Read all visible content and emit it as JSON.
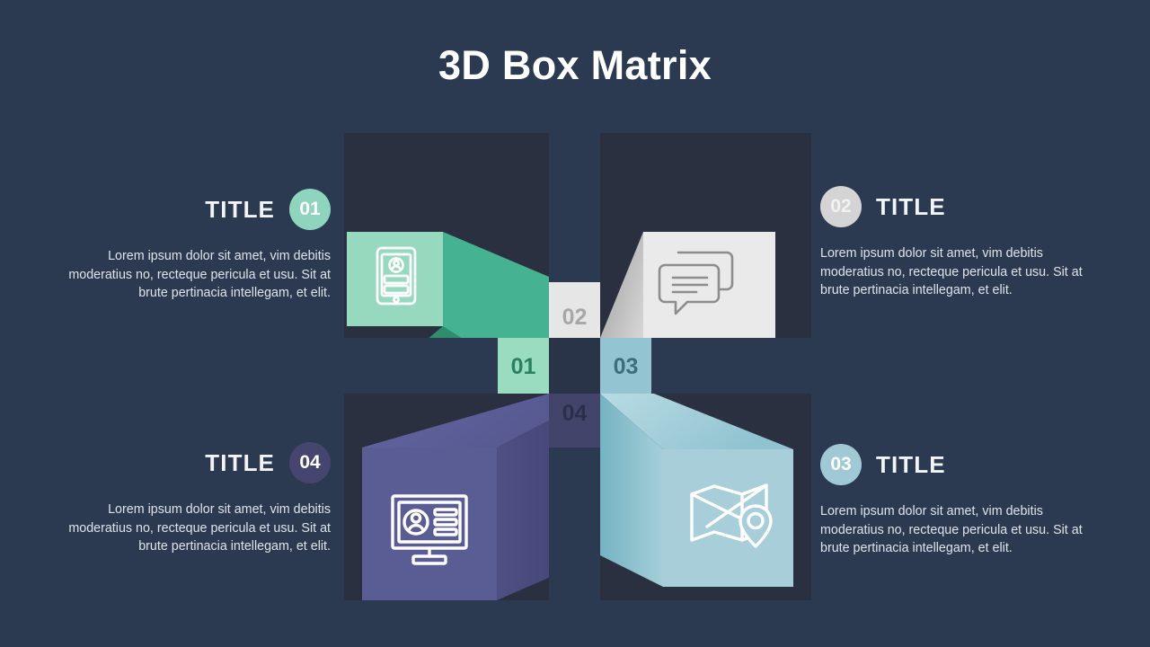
{
  "page": {
    "title": "3D Box Matrix",
    "background_color": "#2b3a50",
    "panel_color": "#2b3040",
    "center_cell_color": "#2a3448"
  },
  "items": [
    {
      "id": "01",
      "number": "01",
      "title": "TITLE",
      "body": "Lorem ipsum dolor sit amet, vim debitis moderatius no, recteque pericula et usu. Sit at brute pertinacia intellegam, et elit.",
      "badge_color": "#8fd5bd",
      "badge_text_color": "#ffffff",
      "cell_color": "#9adcc0",
      "cell_number_color": "#2a8060",
      "box_front": "#96d9bf",
      "box_side": "#45b391",
      "box_bottom": "#2f8c6d",
      "icon": "tablet-login-icon",
      "icon_color": "#ffffff",
      "side": "left",
      "quadrant": "top-left"
    },
    {
      "id": "02",
      "number": "02",
      "title": "TITLE",
      "body": "Lorem ipsum dolor sit amet, vim debitis moderatius no, recteque pericula et usu. Sit at brute pertinacia intellegam, et elit.",
      "badge_color": "#d4d4d4",
      "badge_text_color": "#f2f2f2",
      "cell_color": "#e6e6e6",
      "cell_number_color": "#a7a7a7",
      "box_front": "#eaeaea",
      "box_side": "#b8b8b8",
      "box_bottom": "#dcdcdc",
      "icon": "chat-bubbles-icon",
      "icon_color": "#888888",
      "side": "right",
      "quadrant": "top-right"
    },
    {
      "id": "03",
      "number": "03",
      "title": "TITLE",
      "body": "Lorem ipsum dolor sit amet, vim debitis moderatius no, recteque pericula et usu. Sit at brute pertinacia intellegam, et elit.",
      "badge_color": "#9fc9d4",
      "badge_text_color": "#ffffff",
      "cell_color": "#93c4d1",
      "cell_number_color": "#3d6e7c",
      "box_front": "#a8cfd9",
      "box_side": "#7fb9c6",
      "box_bottom": "#bcdce3",
      "icon": "map-pin-icon",
      "icon_color": "#ffffff",
      "side": "right",
      "quadrant": "bottom-right"
    },
    {
      "id": "04",
      "number": "04",
      "title": "TITLE",
      "body": "Lorem ipsum dolor sit amet, vim debitis moderatius no, recteque pericula et usu. Sit at brute pertinacia intellegam, et elit.",
      "badge_color": "#454570",
      "badge_text_color": "#ffffff",
      "cell_color": "#434469",
      "cell_number_color": "#2c2f4a",
      "box_front": "#5a5c94",
      "box_side": "#4b4d7f",
      "box_bottom": "#6a6ca6",
      "icon": "monitor-profile-icon",
      "icon_color": "#ffffff",
      "side": "left",
      "quadrant": "bottom-left"
    }
  ]
}
